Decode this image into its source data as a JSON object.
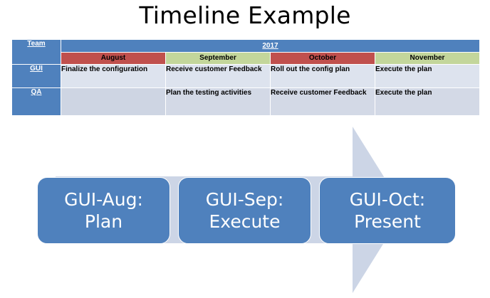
{
  "title": "Timeline Example",
  "table": {
    "team_header": "Team",
    "year_header": "2017",
    "months": [
      {
        "name": "August",
        "color": "#c0504d"
      },
      {
        "name": "September",
        "color": "#c3d69b"
      },
      {
        "name": "October",
        "color": "#c0504d"
      },
      {
        "name": "November",
        "color": "#c3d69b"
      }
    ],
    "rows": [
      {
        "team": "GUI",
        "cells": [
          "Finalize the configuration",
          "Receive customer  Feedback",
          "Roll out the config plan",
          "Execute the plan"
        ]
      },
      {
        "team": "QA",
        "cells": [
          "",
          "Plan the testing activities",
          "Receive customer  Feedback",
          "Execute the plan"
        ]
      }
    ]
  },
  "process": {
    "arrow_color": "#ccd5e6",
    "box_color": "#4f81bd",
    "steps": [
      {
        "line1": "GUI-Aug:",
        "line2": "Plan"
      },
      {
        "line1": "GUI-Sep:",
        "line2": "Execute"
      },
      {
        "line1": "GUI-Oct:",
        "line2": "Present"
      }
    ]
  }
}
